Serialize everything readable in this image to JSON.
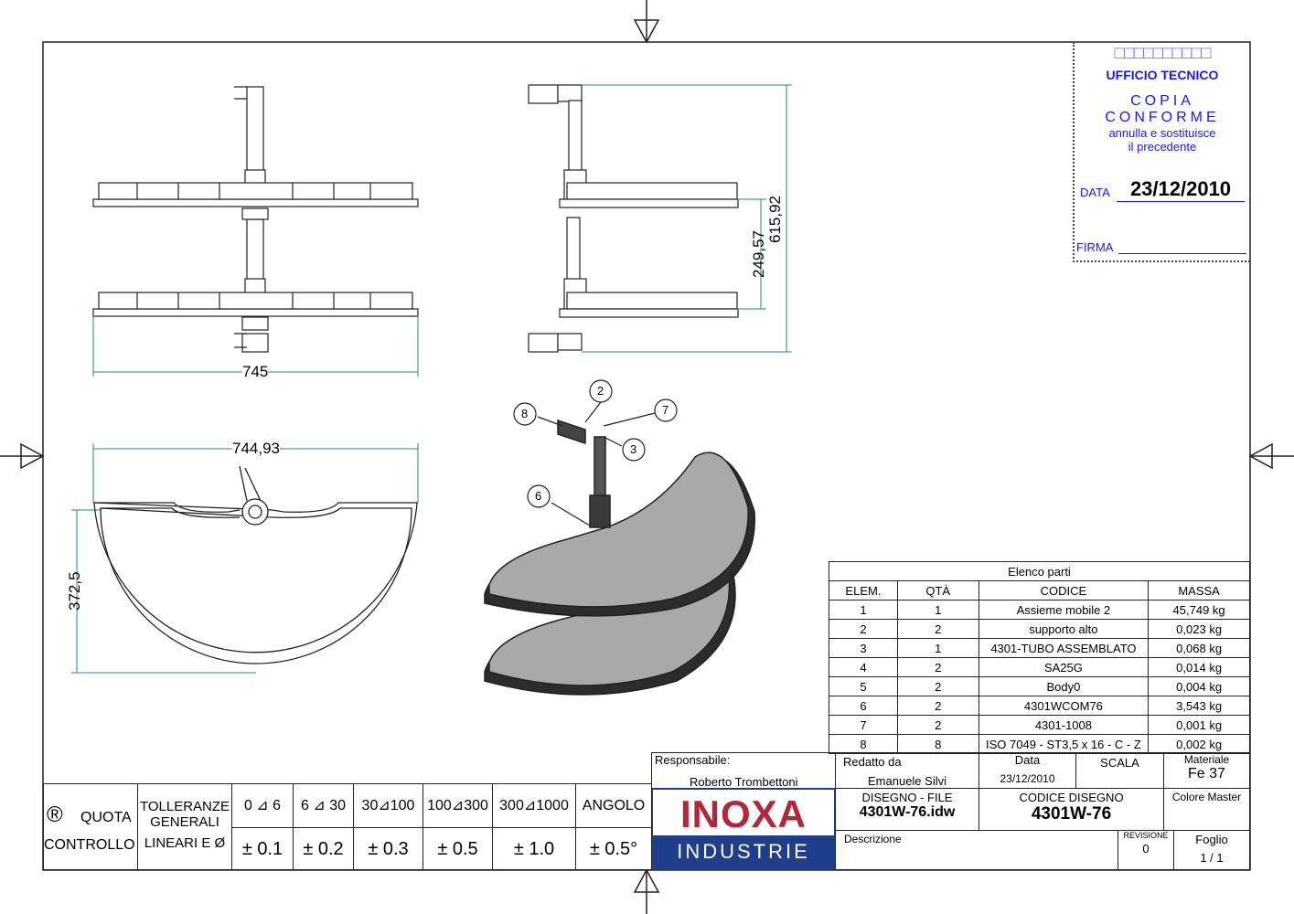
{
  "stamp": {
    "boxes": "□□□□□□□□□□",
    "office": "UFFICIO TECNICO",
    "copy1": "COPIA",
    "copy2": "CONFORME",
    "note1": "annulla e sostituisce",
    "note2": "il precedente",
    "date_label": "DATA",
    "date_value": "23/12/2010",
    "sign_label": "FIRMA"
  },
  "dimensions": {
    "front_width": "745",
    "side_height_total": "615,92",
    "side_height_shelf": "249,57",
    "top_width": "744,93",
    "top_depth": "372,5"
  },
  "balloons": [
    "2",
    "7",
    "8",
    "3",
    "6"
  ],
  "parts_list": {
    "title": "Elenco parti",
    "headers": [
      "ELEM.",
      "QTÀ",
      "CODICE",
      "MASSA"
    ],
    "rows": [
      [
        "1",
        "1",
        "Assieme mobile 2",
        "45,749 kg"
      ],
      [
        "2",
        "2",
        "supporto alto",
        "0,023 kg"
      ],
      [
        "3",
        "1",
        "4301-TUBO ASSEMBLATO",
        "0,068 kg"
      ],
      [
        "4",
        "2",
        "SA25G",
        "0,014 kg"
      ],
      [
        "5",
        "2",
        "Body0",
        "0,004 kg"
      ],
      [
        "6",
        "2",
        "4301WCOM76",
        "3,543 kg"
      ],
      [
        "7",
        "2",
        "4301-1008",
        "0,001 kg"
      ],
      [
        "8",
        "8",
        "ISO 7049 - ST3,5 x 16 - C - Z",
        "0,002 kg"
      ]
    ]
  },
  "title_block": {
    "responsabile_label": "Responsabile:",
    "responsabile": "Roberto Trombettoni",
    "redatto_label": "Redatto  da",
    "redatto": "Emanuele Silvi",
    "data_label": "Data",
    "data": "23/12/2010",
    "scala_label": "SCALA",
    "materiale_label": "Materiale",
    "materiale": "Fe 37",
    "disegno_label": "DISEGNO - FILE",
    "disegno": "4301W-76.idw",
    "codice_label": "CODICE DISEGNO",
    "codice": "4301W-76",
    "colore_label": "Colore Master",
    "descrizione_label": "Descrizione",
    "revisione_label": "REVISIONE",
    "revisione": "0",
    "foglio_label": "Foglio",
    "foglio": "1 /  1",
    "logo_top": "INOXA",
    "logo_bottom": "INDUSTRIE"
  },
  "tolerances": {
    "registered": "®",
    "quota": "QUOTA",
    "controllo": "CONTROLLO",
    "tolleranze": "TOLLERANZE",
    "generali": "GENERALI",
    "lineari": "LINEARI E Ø",
    "ranges": [
      "0 ⊿ 6",
      "6 ⊿ 30",
      "30⊿100",
      "100⊿300",
      "300⊿1000",
      "ANGOLO"
    ],
    "values": [
      "± 0.1",
      "± 0.2",
      "± 0.3",
      "± 0.5",
      "± 1.0",
      "± 0.5°"
    ]
  },
  "colors": {
    "stamp_blue": "#1a1ae6",
    "dim_teal": "#1f8a80",
    "logo_red": "#b0283a",
    "logo_blue": "#1f3f8a",
    "shelf_gray": "#a9a9a9"
  }
}
